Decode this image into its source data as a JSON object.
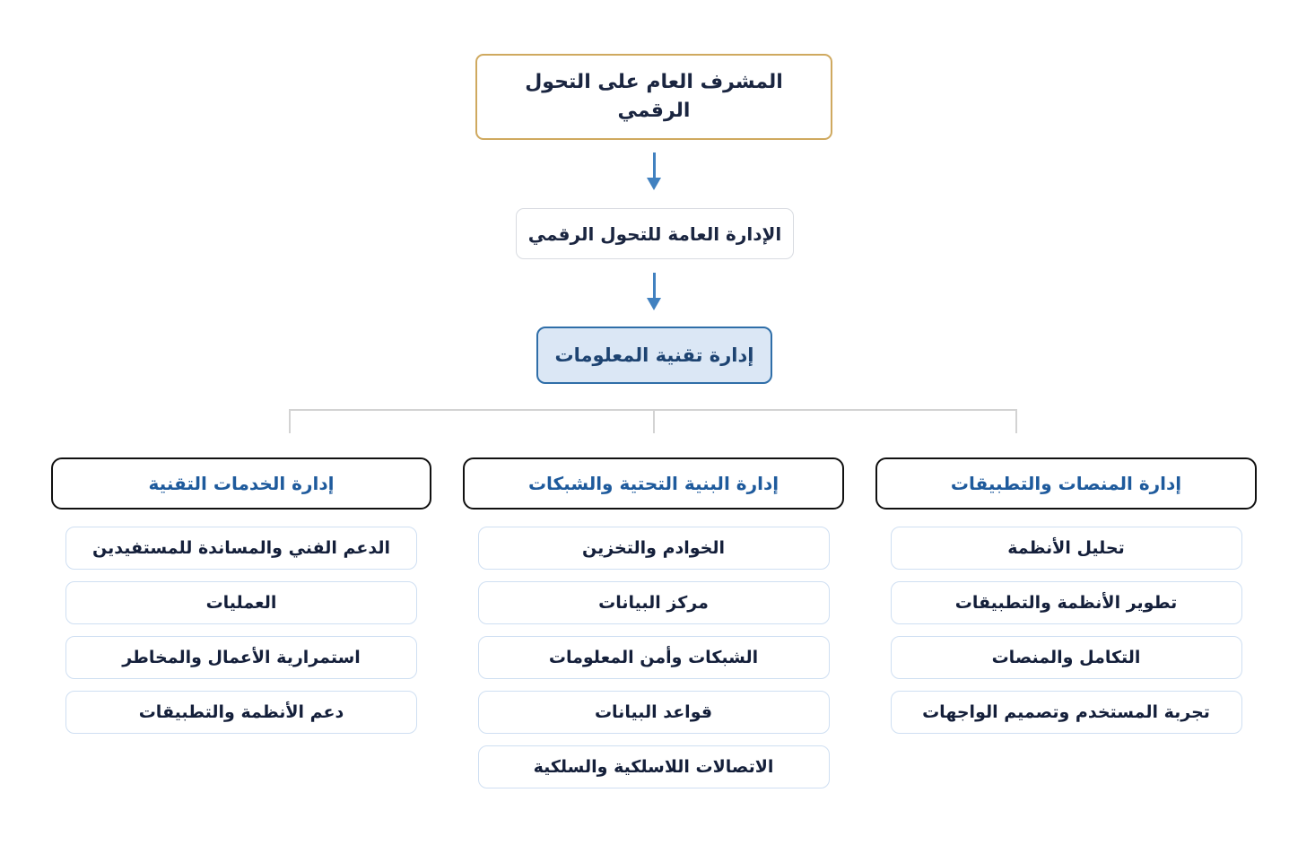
{
  "org": {
    "root": {
      "label": "المشرف العام على التحول الرقمي"
    },
    "level2": {
      "label": "الإدارة العامة للتحول الرقمي"
    },
    "level3": {
      "label": "إدارة تقنية المعلومات"
    }
  },
  "branches": [
    {
      "label": "إدارة المنصات والتطبيقات",
      "items": [
        "تحليل الأنظمة",
        "تطوير الأنظمة والتطبيقات",
        "التكامل والمنصات",
        "تجربة المستخدم وتصميم الواجهات"
      ]
    },
    {
      "label": "إدارة البنية التحتية والشبكات",
      "items": [
        "الخوادم والتخزين",
        "مركز البيانات",
        "الشبكات وأمن المعلومات",
        "قواعد البيانات",
        "الاتصالات اللاسلكية والسلكية"
      ]
    },
    {
      "label": "إدارة الخدمات التقنية",
      "items": [
        "الدعم الفني والمساندة للمستفيدين",
        "العمليات",
        "استمرارية الأعمال والمخاطر",
        "دعم الأنظمة والتطبيقات"
      ]
    }
  ],
  "colors": {
    "root_border": "#cfa95f",
    "level2_border": "#d8dbe1",
    "level3_border": "#2f6ea8",
    "level3_background": "#dbe7f5",
    "branch_header_border": "#101010",
    "branch_header_text": "#1e5a9c",
    "item_border": "#cfdff2",
    "node_text": "#1a2540",
    "arrow": "#4181c0",
    "bracket": "#d3d3d3"
  }
}
